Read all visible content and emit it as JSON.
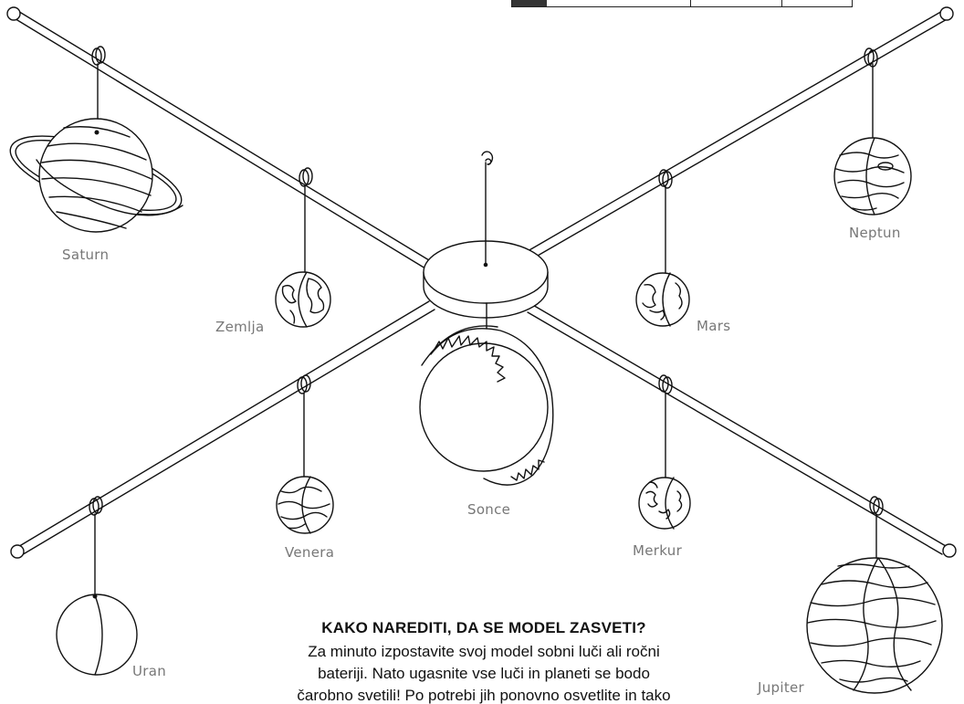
{
  "planets": {
    "saturn": "Saturn",
    "zemlja": "Zemlja",
    "neptun": "Neptun",
    "mars": "Mars",
    "sonce": "Sonce",
    "venera": "Venera",
    "merkur": "Merkur",
    "uran": "Uran",
    "jupiter": "Jupiter"
  },
  "instructions": {
    "heading": "KAKO NAREDITI, DA SE MODEL ZASVETI?",
    "line1": "Za minuto izpostavite svoj model sobni luči ali ročni",
    "line2": "bateriji. Nato ugasnite vse luči in planeti se bodo",
    "line3": "čarobno svetili! Po potrebi jih ponovno osvetlite in tako"
  },
  "colors": {
    "ink": "#111111",
    "label": "#777777",
    "paper": "#ffffff"
  }
}
